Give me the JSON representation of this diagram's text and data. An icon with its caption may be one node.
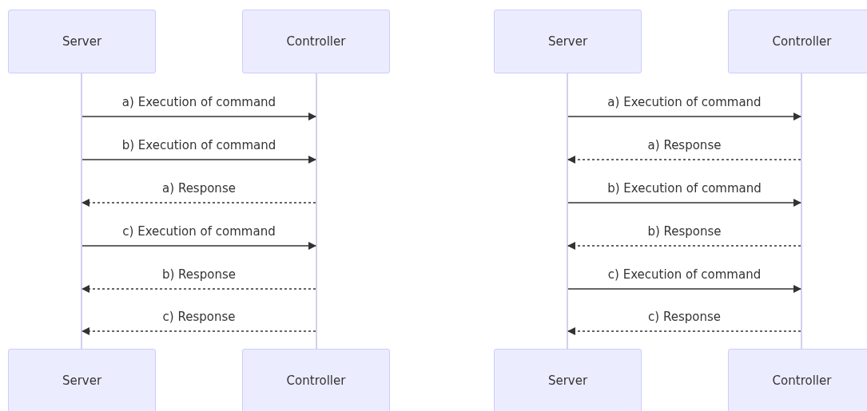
{
  "diagram": {
    "nodes": [
      {
        "text": [
          "Server"
        ]
      },
      {
        "text": [
          "Controller"
        ]
      },
      {
        "text": [
          "Server"
        ]
      },
      {
        "text": [
          "Controller"
        ]
      },
      {
        "text": [],
        "shape": "bar"
      },
      {
        "text": [],
        "shape": "bar"
      },
      {
        "text": [],
        "shape": "bar"
      },
      {
        "text": [],
        "shape": "bar"
      },
      {
        "text": [
          "Server"
        ]
      },
      {
        "text": [
          "Controller"
        ]
      },
      {
        "text": [
          "Server"
        ]
      },
      {
        "text": [
          "Controller"
        ]
      }
    ],
    "edges": [
      {
        "from": 4,
        "to": 5,
        "arrow": "to",
        "label": "a) Execution of command"
      },
      {
        "from": 4,
        "to": 5,
        "arrow": "to",
        "label": "b) Execution of command"
      },
      {
        "from": 5,
        "to": 4,
        "arrow": "to",
        "label": "a) Response",
        "style": "dashed"
      },
      {
        "from": 4,
        "to": 5,
        "arrow": "to",
        "label": "c) Execution of command"
      },
      {
        "from": 5,
        "to": 4,
        "arrow": "to",
        "label": "b) Response",
        "style": "dashed"
      },
      {
        "from": 5,
        "to": 4,
        "arrow": "to",
        "label": "c) Response",
        "style": "dashed"
      },
      {
        "from": 6,
        "to": 7,
        "arrow": "to",
        "label": "a) Execution of command"
      },
      {
        "from": 7,
        "to": 6,
        "arrow": "to",
        "label": "a) Response",
        "style": "dashed"
      },
      {
        "from": 6,
        "to": 7,
        "arrow": "to",
        "label": "b) Execution of command"
      },
      {
        "from": 7,
        "to": 6,
        "arrow": "to",
        "label": "b) Response",
        "style": "dashed"
      },
      {
        "from": 6,
        "to": 7,
        "arrow": "to",
        "label": "c) Execution of command"
      },
      {
        "from": 7,
        "to": 6,
        "arrow": "to",
        "label": "c) Response",
        "style": "dashed"
      }
    ]
  }
}
